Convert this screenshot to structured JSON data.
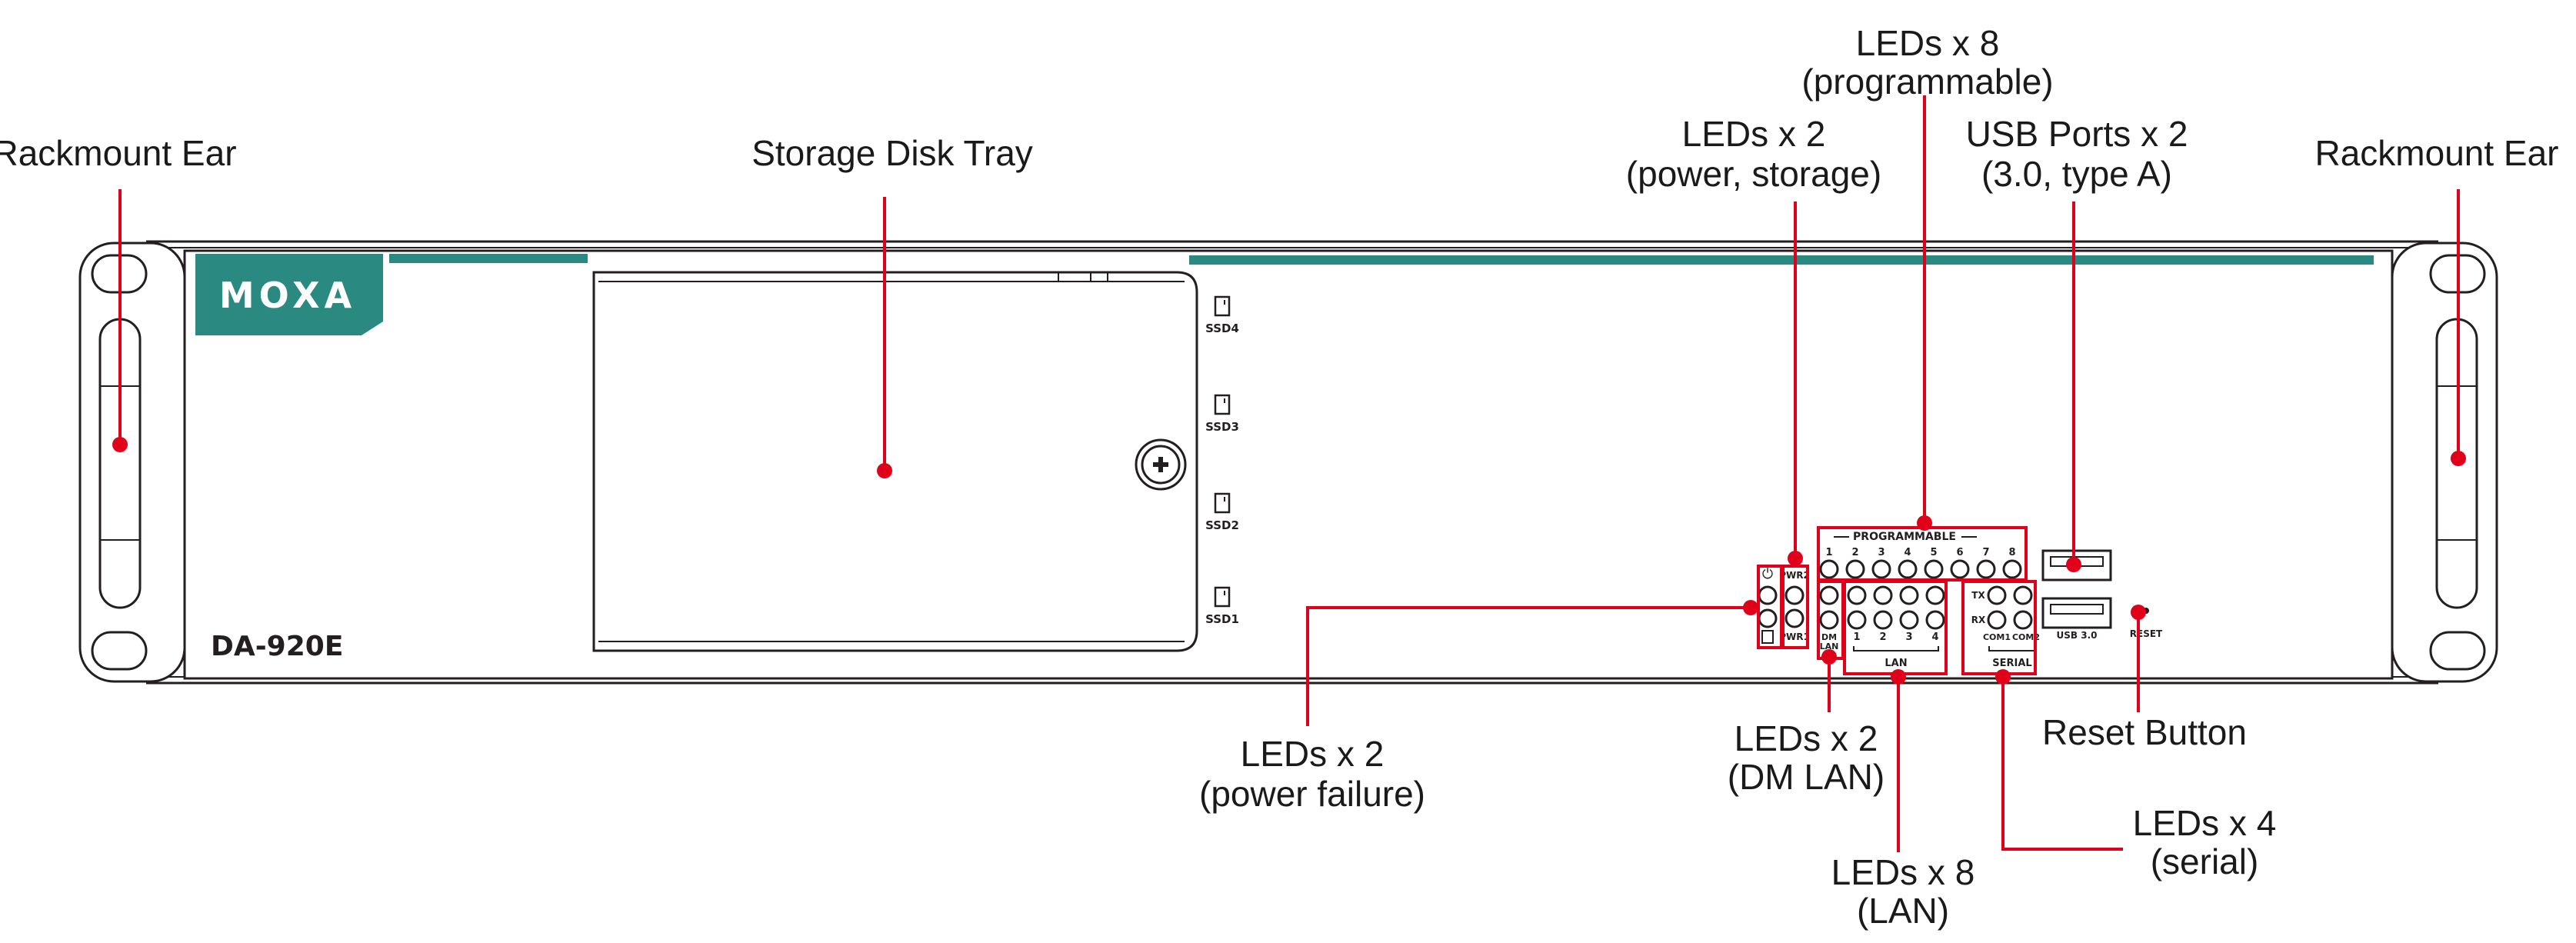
{
  "device": {
    "logo": "MOXA",
    "model": "DA-920E",
    "brand_color": "#2a8a82",
    "callout_color": "#e1001a"
  },
  "panel_labels": {
    "ssd4": "SSD4",
    "ssd3": "SSD3",
    "ssd2": "SSD2",
    "ssd1": "SSD1",
    "programmable": "PROGRAMMABLE",
    "prog_numbers": [
      "1",
      "2",
      "3",
      "4",
      "5",
      "6",
      "7",
      "8"
    ],
    "pwr2": "PWR2",
    "pwr1": "PWR1",
    "dm": "DM",
    "lan_small": "LAN",
    "lan_numbers": [
      "1",
      "2",
      "3",
      "4"
    ],
    "lan": "LAN",
    "tx": "TX",
    "rx": "RX",
    "com1": "COM1",
    "com2": "COM2",
    "serial": "SERIAL",
    "usb": "USB 3.0",
    "reset": "RESET"
  },
  "callouts": {
    "rackmount_left": "Rackmount Ear",
    "rackmount_right": "Rackmount Ear",
    "storage": "Storage Disk Tray",
    "leds_prog_1": "LEDs x 8",
    "leds_prog_2": "(programmable)",
    "leds_power_1": "LEDs x 2",
    "leds_power_2": "(power, storage)",
    "usb_1": "USB Ports x 2",
    "usb_2": "(3.0, type A)",
    "power_failure_1": "LEDs x 2",
    "power_failure_2": "(power failure)",
    "dm_lan_1": "LEDs x 2",
    "dm_lan_2": "(DM LAN)",
    "reset": "Reset Button",
    "serial_1": "LEDs x 4",
    "serial_2": "(serial)",
    "lan_1": "LEDs x 8",
    "lan_2": "(LAN)"
  }
}
